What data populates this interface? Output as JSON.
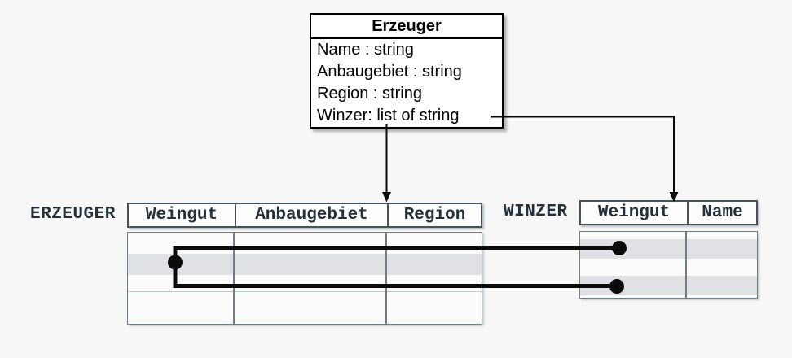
{
  "colors": {
    "background": "#f7f7f8",
    "row_highlight": "#e0e1e4",
    "table_border": "#44545c",
    "header_text": "#22313a",
    "connector": "#0b0b0b"
  },
  "class_box": {
    "title": "Erzeuger",
    "attributes": [
      "Name : string",
      "Anbaugebiet : string",
      "Region : string",
      "Winzer: list of string"
    ]
  },
  "erzeuger_table": {
    "label": "ERZEUGER",
    "columns": [
      "Weingut",
      "Anbaugebiet",
      "Region"
    ],
    "body_rows": 4,
    "highlighted_row_index": 2,
    "cells_empty": true
  },
  "winzer_table": {
    "label": "WINZER",
    "columns": [
      "Weingut",
      "Name"
    ],
    "body_rows": 4,
    "highlighted_row_indexes": [
      2,
      4
    ],
    "cells_empty": true
  },
  "relations": [
    "Erzeuger class box -> arrow down -> ERZEUGER table header",
    "Winzer: list of string attribute -> arrow -> WINZER table header",
    "ERZEUGER highlighted row -> link -> WINZER highlighted row 1",
    "ERZEUGER highlighted row -> link -> WINZER highlighted row 2"
  ]
}
